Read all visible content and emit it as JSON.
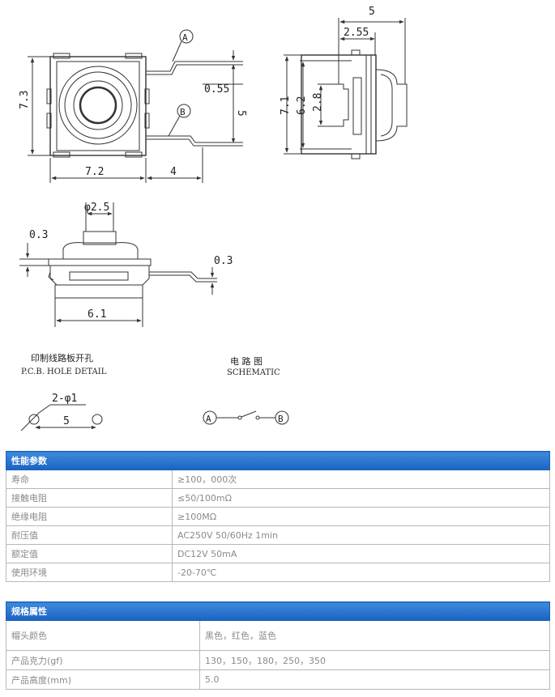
{
  "drawing": {
    "top_view": {
      "callout_a": "A",
      "callout_b": "B",
      "dim_pin_width": "0.55",
      "dim_pin_pitch": "5",
      "dim_body_height": "7.3",
      "dim_body_width": "7.2",
      "dim_pin_length": "4"
    },
    "side_view": {
      "dim_total_width": "5",
      "dim_cap": "2.55",
      "dim_height": "7.1",
      "dim_inner_height": "6.2",
      "dim_contact": "2.8"
    },
    "front_view": {
      "dim_actuator": "φ2.5",
      "dim_left_thickness": "0.3",
      "dim_right_thickness": "0.3",
      "dim_base": "6.1"
    },
    "pcb": {
      "title_cn": "印制线路板开孔",
      "title_en": "P.C.B.  HOLE DETAIL",
      "hole_label": "2-φ1",
      "pitch": "5"
    },
    "schematic": {
      "title_cn": "电 路 图",
      "title_en": "SCHEMATIC",
      "node_a": "A",
      "node_b": "B"
    }
  },
  "performance": {
    "header": "性能参数",
    "rows": [
      {
        "label": "寿命",
        "value": "≥100，000次"
      },
      {
        "label": "接触电阻",
        "value": "≤50/100mΩ"
      },
      {
        "label": "绝缘电阻",
        "value": "≥100MΩ"
      },
      {
        "label": "耐压值",
        "value": "AC250V 50/60Hz 1min"
      },
      {
        "label": "额定值",
        "value": "DC12V 50mA"
      },
      {
        "label": "使用环境",
        "value": "-20-70℃"
      }
    ]
  },
  "specs": {
    "header": "规格属性",
    "rows": [
      {
        "label": "帽头颜色",
        "value": "黑色，红色，蓝色"
      },
      {
        "label": "产品克力(gf)",
        "value": "130，150，180，250，350"
      },
      {
        "label": "产品高度(mm)",
        "value": "5.0"
      }
    ]
  }
}
